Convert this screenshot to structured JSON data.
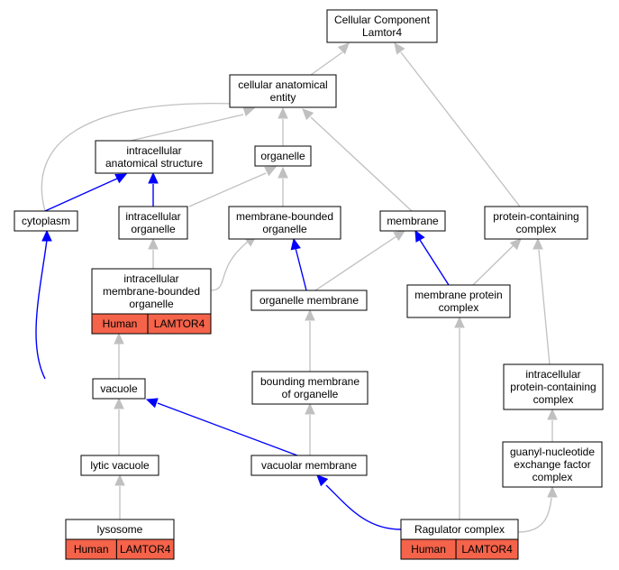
{
  "nodes": {
    "root": [
      "Cellular Component",
      "Lamtor4"
    ],
    "cae": [
      "cellular anatomical",
      "entity"
    ],
    "ias": [
      "intracellular",
      "anatomical structure"
    ],
    "organelle": [
      "organelle"
    ],
    "cytoplasm": [
      "cytoplasm"
    ],
    "io": [
      "intracellular",
      "organelle"
    ],
    "mbo": [
      "membrane-bounded",
      "organelle"
    ],
    "membrane": [
      "membrane"
    ],
    "pcc": [
      "protein-containing",
      "complex"
    ],
    "imbo": [
      "intracellular",
      "membrane-bounded",
      "organelle"
    ],
    "om": [
      "organelle membrane"
    ],
    "mpc": [
      "membrane protein",
      "complex"
    ],
    "vacuole": [
      "vacuole"
    ],
    "bmo": [
      "bounding membrane",
      "of organelle"
    ],
    "ipcc": [
      "intracellular",
      "protein-containing",
      "complex"
    ],
    "lv": [
      "lytic vacuole"
    ],
    "vm": [
      "vacuolar membrane"
    ],
    "gnef": [
      "guanyl-nucleotide",
      "exchange factor",
      "complex"
    ],
    "lysosome": [
      "lysosome"
    ],
    "ragulator": [
      "Ragulator complex"
    ]
  },
  "badges": {
    "imbo": [
      "Human",
      "LAMTOR4"
    ],
    "lysosome": [
      "Human",
      "LAMTOR4"
    ],
    "ragulator": [
      "Human",
      "LAMTOR4"
    ]
  },
  "colors": {
    "is_a_edge": "#c0c0c0",
    "part_of_edge": "#0000ff",
    "annotation_badge": "#f4634a"
  }
}
